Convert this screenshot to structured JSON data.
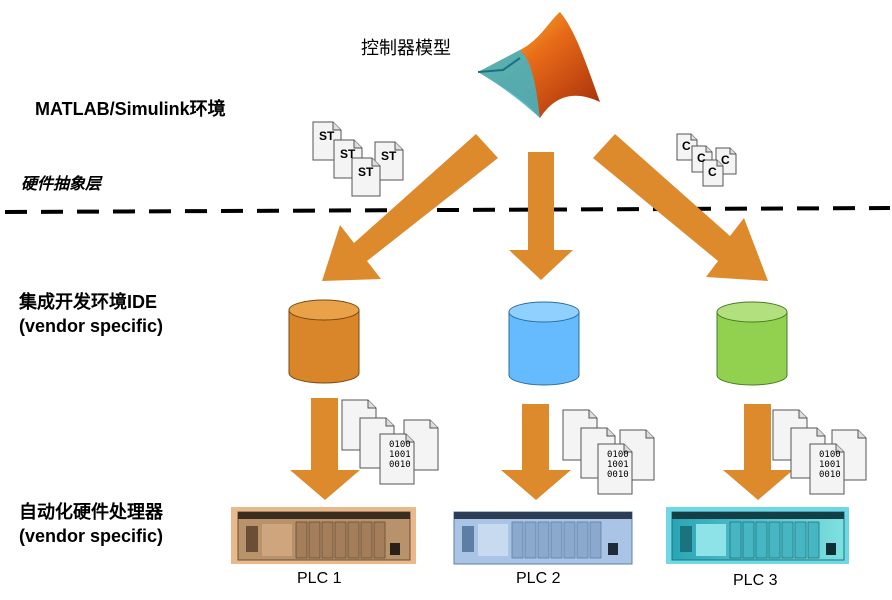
{
  "labels": {
    "controller_model": "控制器模型",
    "matlab_env": "MATLAB/Simulink环境",
    "hw_abstraction": "硬件抽象层",
    "ide_line1": "集成开发环境IDE",
    "ide_line2": "(vendor specific)",
    "hw_proc_line1": "自动化硬件处理器",
    "hw_proc_line2": "(vendor specific)"
  },
  "code_icons": {
    "st": "ST",
    "c": "C",
    "binary_lines": [
      "0100",
      "1001",
      "0010"
    ]
  },
  "plcs": [
    {
      "name": "PLC 1",
      "color": "#D9862A"
    },
    {
      "name": "PLC 2",
      "color": "#66BBFF"
    },
    {
      "name": "PLC 3",
      "color": "#92D050"
    }
  ],
  "colors": {
    "arrow": "#DC8A2C",
    "divider": "#000000"
  }
}
